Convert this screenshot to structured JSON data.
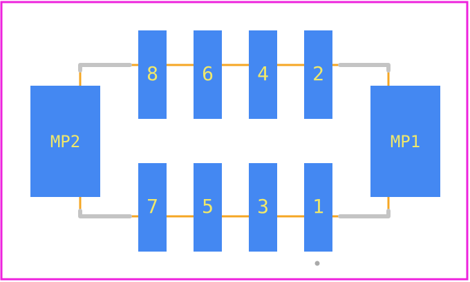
{
  "footprint": {
    "colors": {
      "board_outline": "#ee22dd",
      "pad": "#4488f2",
      "pad_label": "#f0e86a",
      "courtyard_trace": "#f5a623",
      "silkscreen": "#c4c4c4",
      "origin_dot": "#aaaaaa",
      "background": "#ffffff"
    },
    "pads": {
      "p8": "8",
      "p6": "6",
      "p4": "4",
      "p2": "2",
      "p7": "7",
      "p5": "5",
      "p3": "3",
      "p1": "1",
      "mp2": "MP2",
      "mp1": "MP1"
    }
  }
}
